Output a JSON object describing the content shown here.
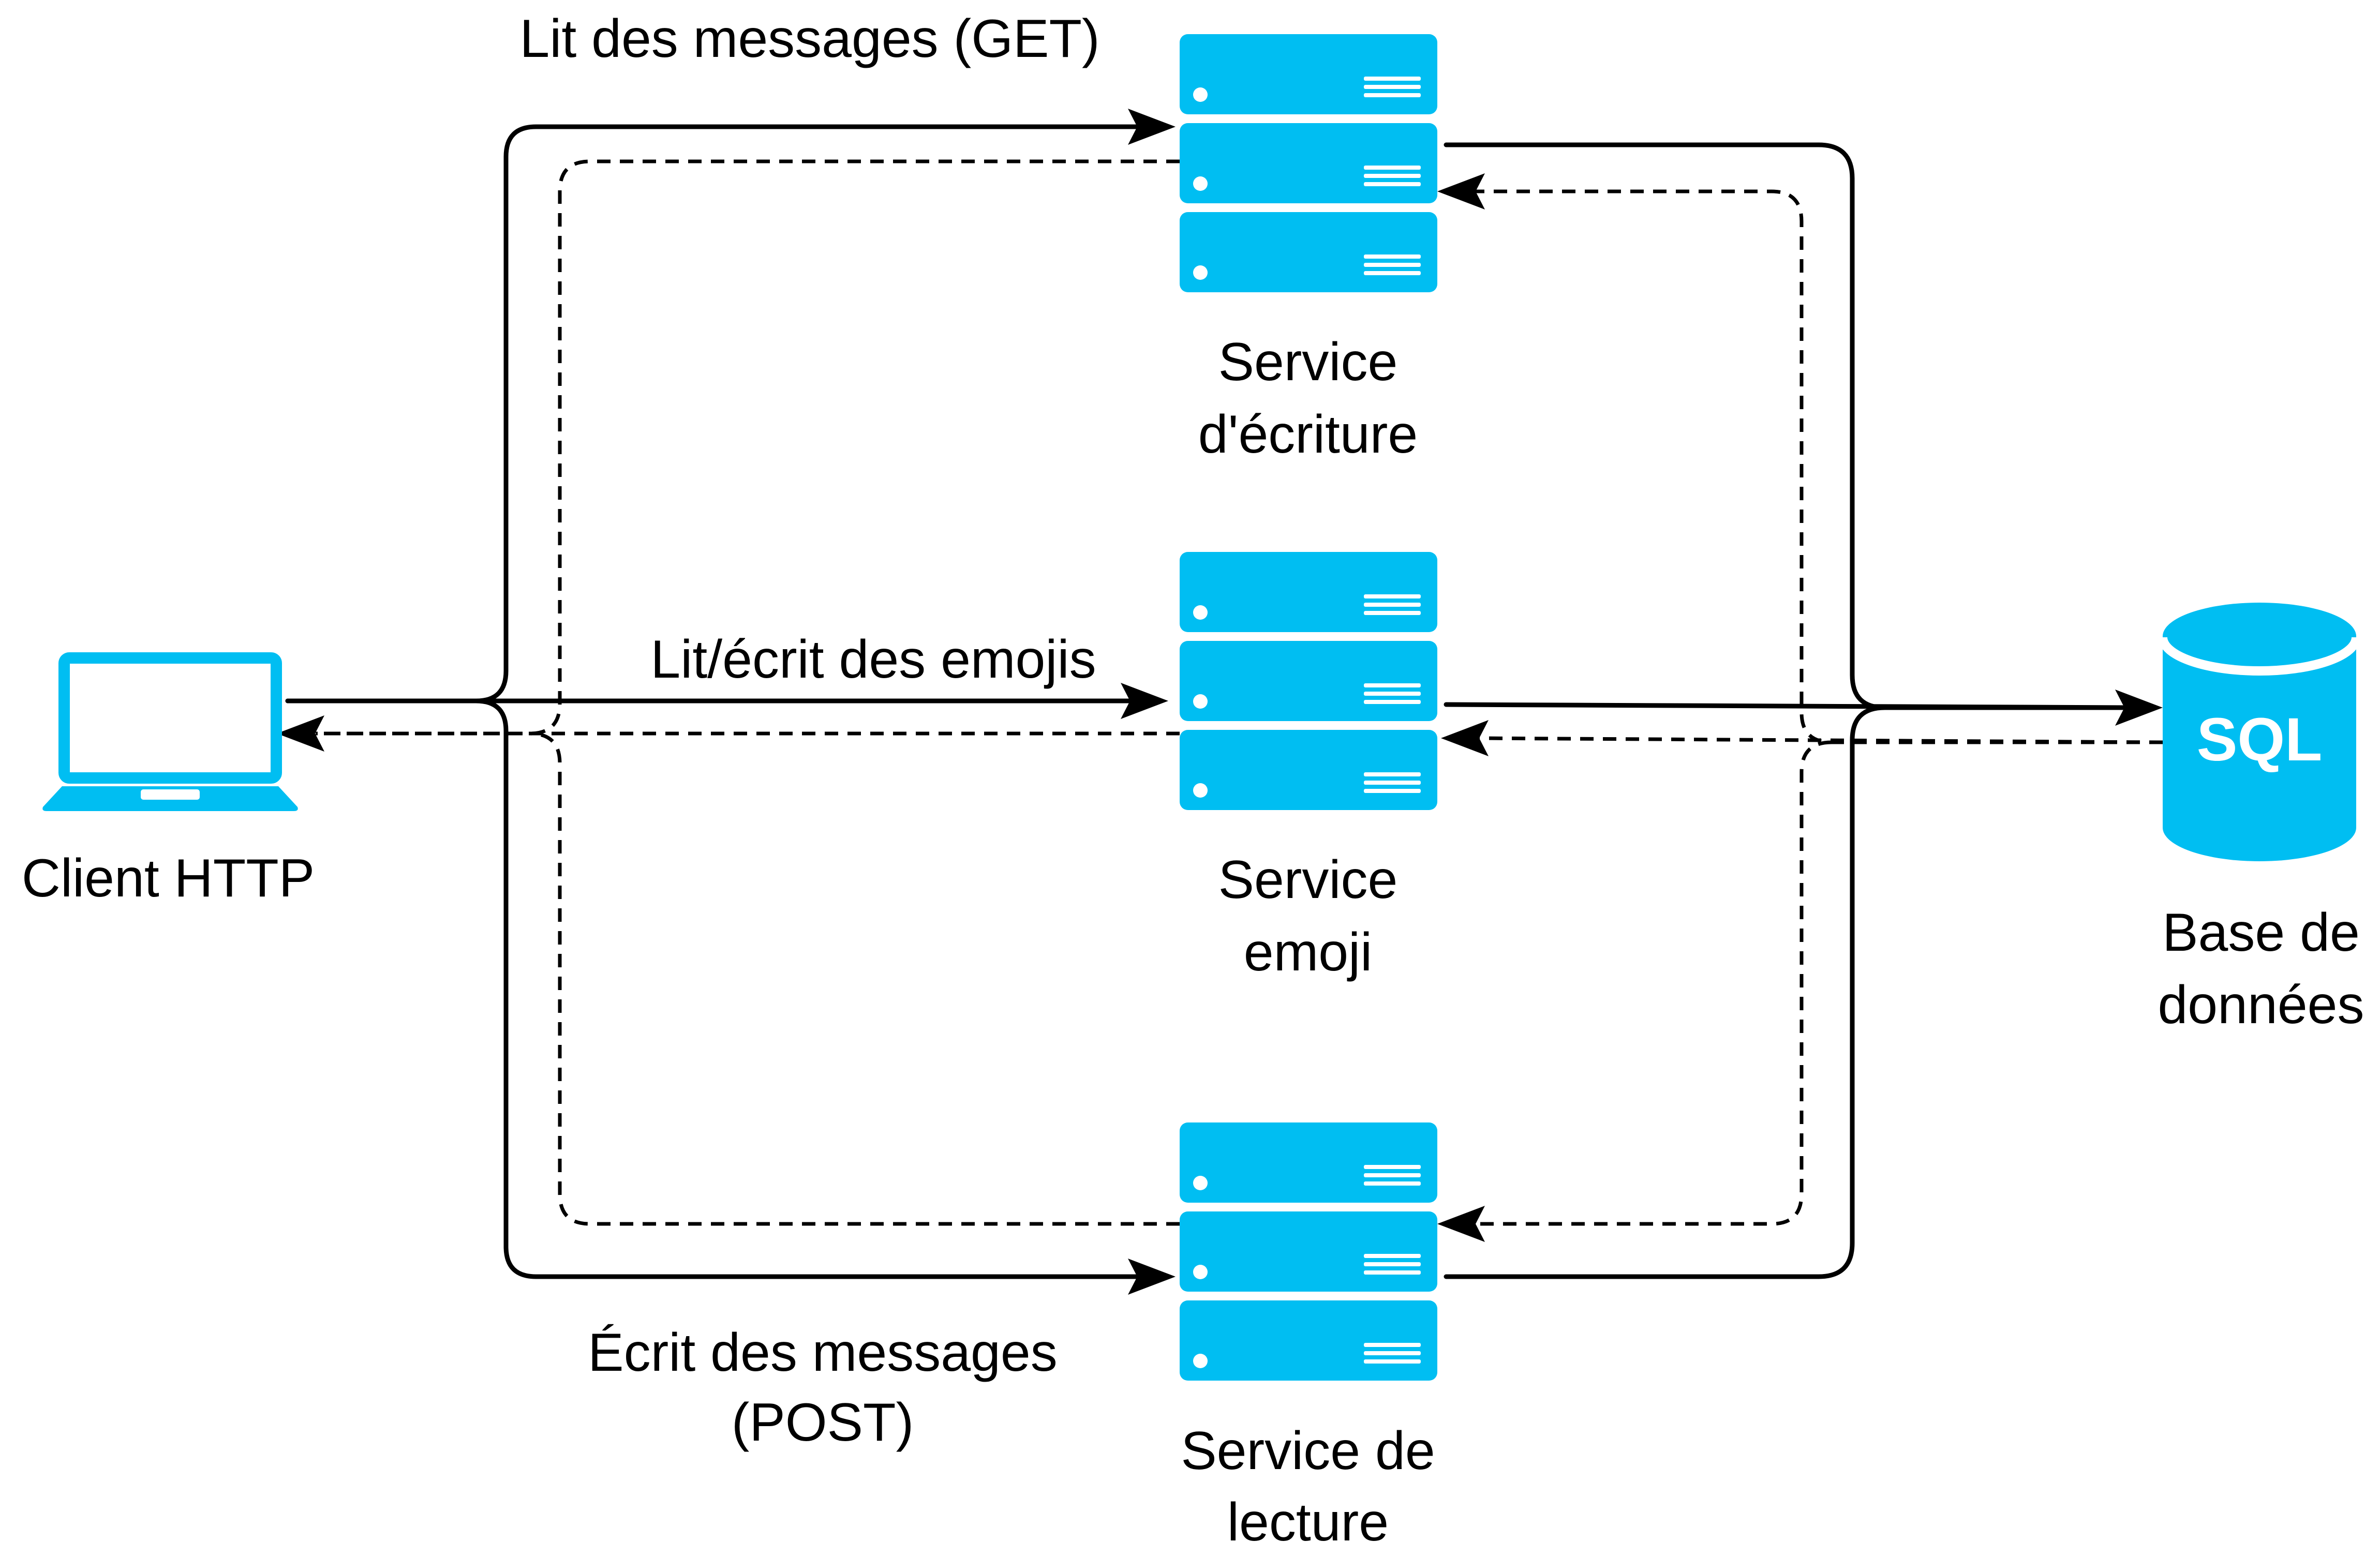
{
  "colors": {
    "icon": "#00BEF2",
    "line": "#000000",
    "background": "#FFFFFF"
  },
  "nodes": {
    "client": {
      "icon": "laptop-icon",
      "label": "Client HTTP"
    },
    "write_service": {
      "icon": "server-icon",
      "label_line1": "Service",
      "label_line2": "d'écriture"
    },
    "emoji_service": {
      "icon": "server-icon",
      "label_line1": "Service",
      "label_line2": "emoji"
    },
    "read_service": {
      "icon": "server-icon",
      "label_line1": "Service de",
      "label_line2": "lecture"
    },
    "database": {
      "icon": "database-icon",
      "icon_text": "SQL",
      "label_line1": "Base de",
      "label_line2": "données"
    }
  },
  "edges": {
    "read_messages": {
      "label": "Lit des messages (GET)"
    },
    "emojis": {
      "label": "Lit/écrit des emojis"
    },
    "write_messages": {
      "label_line1": "Écrit des messages",
      "label_line2": "(POST)"
    }
  }
}
